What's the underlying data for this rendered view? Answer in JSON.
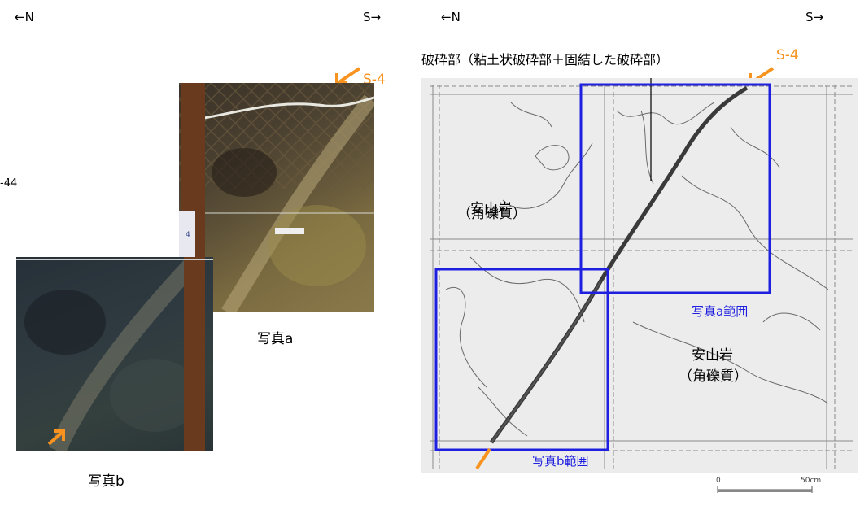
{
  "left_panel": {
    "dir_north": "←N",
    "dir_south": "S→",
    "photo_a_label": "写真a",
    "photo_b_label": "写真b",
    "fault_label": "S-4",
    "edge_fragment": "-44",
    "photo_placard": "4"
  },
  "right_panel": {
    "dir_north": "←N",
    "dir_south": "S→",
    "fault_zone_label": "破砕部（粘土状破砕部＋固結した破砕部）",
    "fault_label": "S-4",
    "rock_upper_name": "安山岩",
    "rock_upper_type": "（角礫質）",
    "rock_lower_name": "安山岩",
    "rock_lower_type": "（角礫質）",
    "range_a_label": "写真a範囲",
    "range_b_label": "写真b範囲",
    "scale_zero": "0",
    "scale_end": "50cm"
  },
  "colors": {
    "accent_orange": "#f7931e",
    "range_blue": "#1f1fe0",
    "label_blue": "#1f1fe0"
  }
}
